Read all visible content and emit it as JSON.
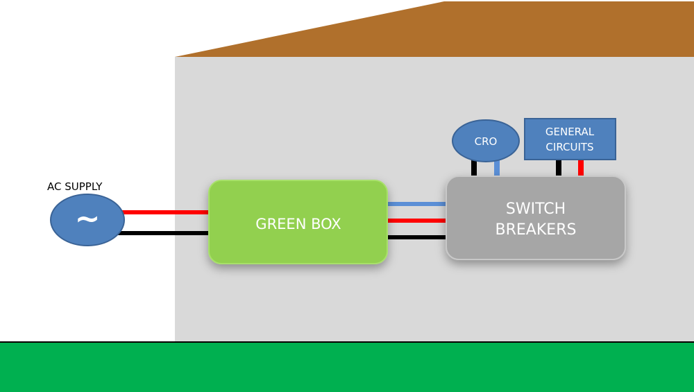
{
  "diagram": {
    "ac_supply": {
      "label": "AC SUPPLY",
      "symbol": "~",
      "icon": "ac-source-icon"
    },
    "green_box": {
      "label": "GREEN BOX"
    },
    "switch_breakers": {
      "line1": "SWITCH",
      "line2": "BREAKERS"
    },
    "cro": {
      "label": "CRO"
    },
    "general_circuits": {
      "line1": "GENERAL",
      "line2": "CIRCUITS"
    }
  },
  "colors": {
    "roof": "#b0702c",
    "wall": "#d9d9d9",
    "ground": "#00b050",
    "component_blue": "#4f81bd",
    "green_box": "#92d050",
    "breakers": "#a6a6a6",
    "wire_live": "#ff0000",
    "wire_neutral": "#000000",
    "wire_signal": "#5b8fd6"
  }
}
